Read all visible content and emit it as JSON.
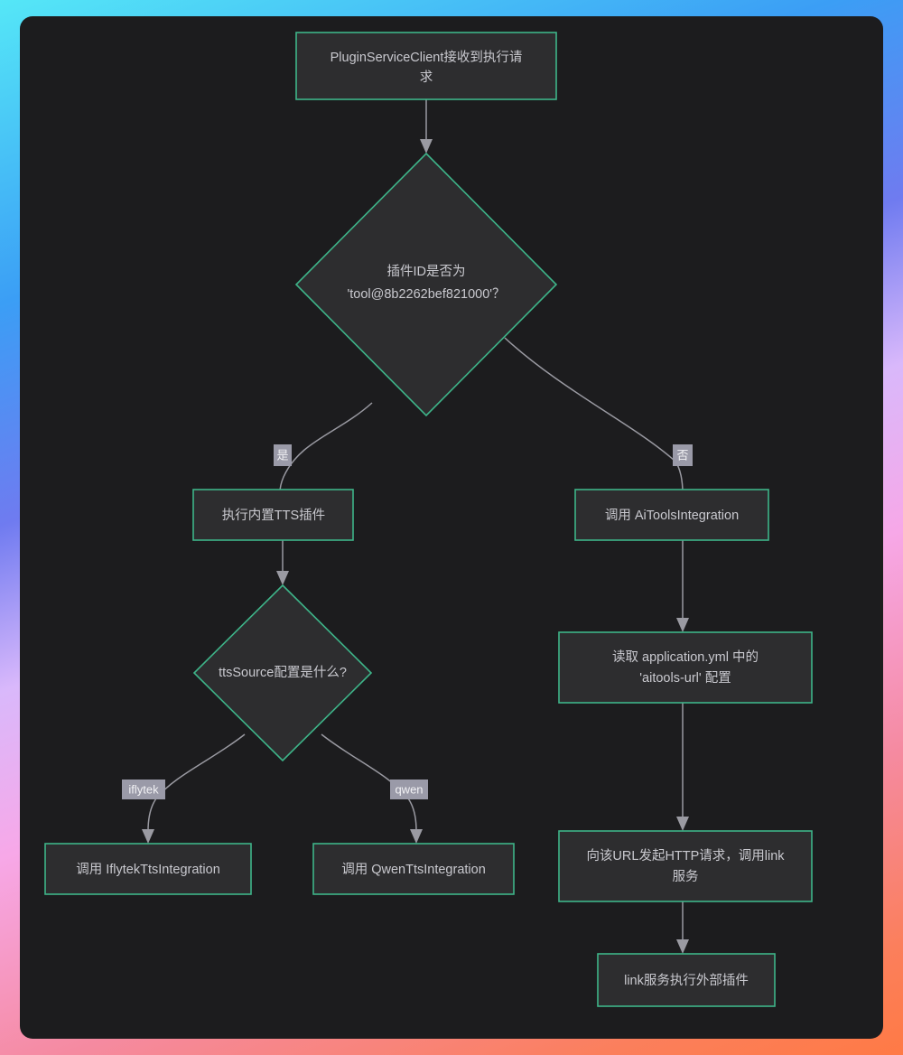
{
  "frame": {
    "gradient_colors": [
      "#55e7f7",
      "#3b9ef5",
      "#6f7bf0",
      "#d9b8fb",
      "#f7a8e8",
      "#f58aa0",
      "#fb7f5c",
      "#ff7a45"
    ],
    "canvas_background": "#1c1c1e"
  },
  "theme": {
    "node_fill": "#2d2d2f",
    "node_border": "#3eb489",
    "node_text": "#c9c9cf",
    "edge_stroke": "#9a9aa2",
    "edge_label_bg": "#9a9aa8",
    "edge_label_text": "#f2f2f5"
  },
  "diagram": {
    "type": "flowchart",
    "direction": "top-down",
    "nodes": [
      {
        "id": "start",
        "shape": "rect",
        "lines": [
          "PluginServiceClient接收到执行请",
          "求"
        ],
        "text": "PluginServiceClient接收到执行请求"
      },
      {
        "id": "check-plugin-id",
        "shape": "diamond",
        "lines": [
          "插件ID是否为",
          "'tool@8b2262bef821000'？"
        ],
        "text": "插件ID是否为 'tool@8b2262bef821000'？"
      },
      {
        "id": "builtin-tts",
        "shape": "rect",
        "lines": [
          "执行内置TTS插件"
        ],
        "text": "执行内置TTS插件"
      },
      {
        "id": "aitools-integration",
        "shape": "rect",
        "lines": [
          "调用 AiToolsIntegration"
        ],
        "text": "调用 AiToolsIntegration"
      },
      {
        "id": "tts-source",
        "shape": "diamond",
        "lines": [
          "ttsSource配置是什么?"
        ],
        "text": "ttsSource配置是什么?"
      },
      {
        "id": "read-yml",
        "shape": "rect",
        "lines": [
          "读取 application.yml 中的",
          "'aitools-url' 配置"
        ],
        "text": "读取 application.yml 中的 'aitools-url' 配置"
      },
      {
        "id": "iflytek-tts",
        "shape": "rect",
        "lines": [
          "调用 IflytekTtsIntegration"
        ],
        "text": "调用 IflytekTtsIntegration"
      },
      {
        "id": "qwen-tts",
        "shape": "rect",
        "lines": [
          "调用 QwenTtsIntegration"
        ],
        "text": "调用 QwenTtsIntegration"
      },
      {
        "id": "http-request",
        "shape": "rect",
        "lines": [
          "向该URL发起HTTP请求，调用link",
          "服务"
        ],
        "text": "向该URL发起HTTP请求，调用link服务"
      },
      {
        "id": "link-exec",
        "shape": "rect",
        "lines": [
          "link服务执行外部插件"
        ],
        "text": "link服务执行外部插件"
      }
    ],
    "edges": [
      {
        "from": "start",
        "to": "check-plugin-id",
        "label": ""
      },
      {
        "from": "check-plugin-id",
        "to": "builtin-tts",
        "label": "是"
      },
      {
        "from": "check-plugin-id",
        "to": "aitools-integration",
        "label": "否"
      },
      {
        "from": "builtin-tts",
        "to": "tts-source",
        "label": ""
      },
      {
        "from": "tts-source",
        "to": "iflytek-tts",
        "label": "iflytek"
      },
      {
        "from": "tts-source",
        "to": "qwen-tts",
        "label": "qwen"
      },
      {
        "from": "aitools-integration",
        "to": "read-yml",
        "label": ""
      },
      {
        "from": "read-yml",
        "to": "http-request",
        "label": ""
      },
      {
        "from": "http-request",
        "to": "link-exec",
        "label": ""
      }
    ]
  }
}
